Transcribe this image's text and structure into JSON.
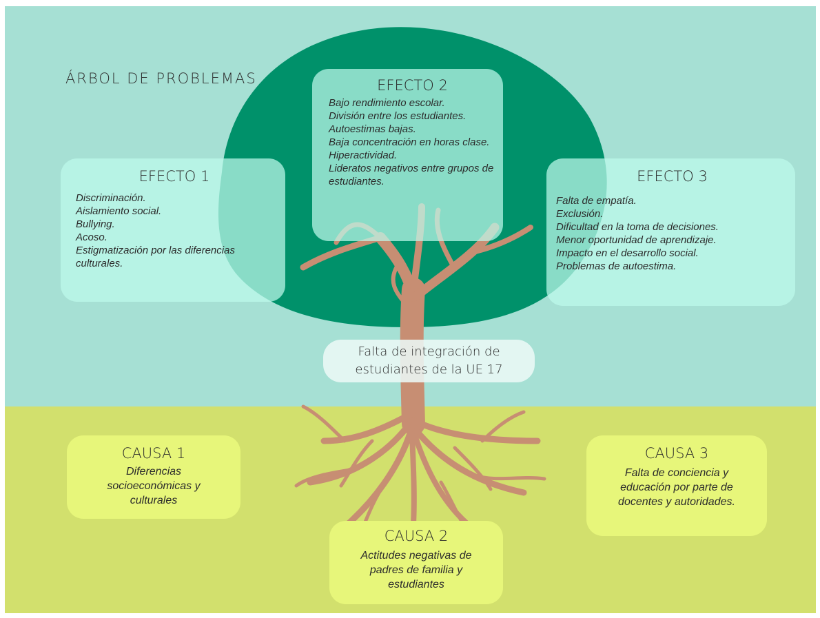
{
  "title": "ÁRBOL DE PROBLEMAS",
  "central_problem": "Falta de integración de estudiantes de la UE 17",
  "colors": {
    "sky": "#a6e0d4",
    "ground": "#d2e06d",
    "canopy": "#00916a",
    "trunk": "#c78e73",
    "effect_box": "#bef9ec",
    "cause_box": "#e7f67a"
  },
  "effects": [
    {
      "heading": "EFECTO 1",
      "items": [
        "Discriminación.",
        "Aislamiento social.",
        "Bullying.",
        "Acoso.",
        "Estigmatización por las diferencias culturales."
      ]
    },
    {
      "heading": "EFECTO 2",
      "items": [
        "Bajo rendimiento escolar.",
        "División entre los estudiantes.",
        "Autoestimas bajas.",
        "Baja concentración en horas clase.",
        "Hiperactividad.",
        "Lideratos negativos entre grupos de estudiantes."
      ]
    },
    {
      "heading": "EFECTO 3",
      "items": [
        "Falta de empatía.",
        "Exclusión.",
        "Dificultad en la toma de decisiones.",
        "Menor oportunidad de aprendizaje.",
        "Impacto en el desarrollo social.",
        "Problemas de autoestima."
      ]
    }
  ],
  "causes": [
    {
      "heading": "CAUSA 1",
      "text": "Diferencias socioeconómicas y culturales"
    },
    {
      "heading": "CAUSA 2",
      "text": "Actitudes negativas de padres de familia y estudiantes"
    },
    {
      "heading": "CAUSA 3",
      "text": "Falta de conciencia y educación por parte de docentes y autoridades."
    }
  ]
}
